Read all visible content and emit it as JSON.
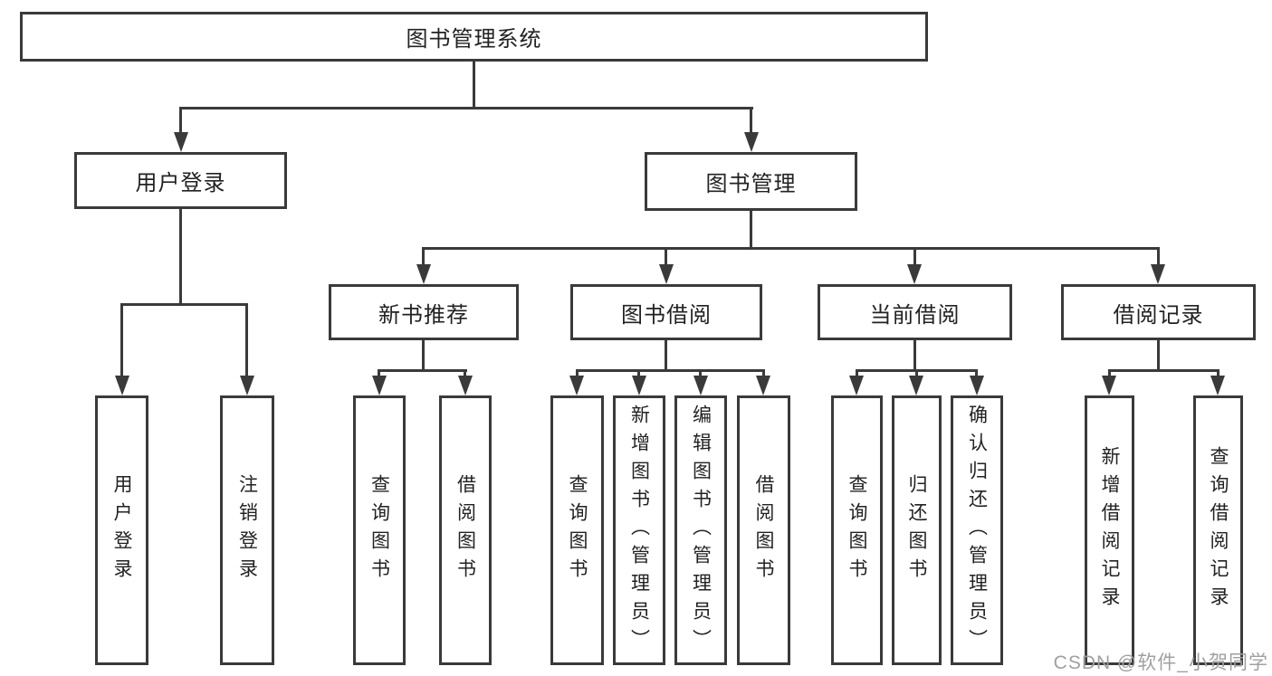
{
  "diagram": {
    "title": "图书管理系统",
    "root": {
      "label": "图书管理系统"
    },
    "level2": [
      {
        "label": "用户登录"
      },
      {
        "label": "图书管理"
      }
    ],
    "level3": [
      {
        "label": "新书推荐"
      },
      {
        "label": "图书借阅"
      },
      {
        "label": "当前借阅"
      },
      {
        "label": "借阅记录"
      }
    ],
    "leaves": [
      {
        "label": "用户登录"
      },
      {
        "label": "注销登录"
      },
      {
        "label": "查询图书"
      },
      {
        "label": "借阅图书"
      },
      {
        "label": "查询图书"
      },
      {
        "label": "新增图书（管理员）"
      },
      {
        "label": "编辑图书（管理员）"
      },
      {
        "label": "借阅图书"
      },
      {
        "label": "查询图书"
      },
      {
        "label": "归还图书"
      },
      {
        "label": "确认归还（管理员）"
      },
      {
        "label": "新增借阅记录"
      },
      {
        "label": "查询借阅记录"
      }
    ],
    "watermark": "CSDN @软件_小贺同学",
    "colors": {
      "line": "#3a3a3a",
      "text": "#222222",
      "watermark": "#a0a0a0",
      "background": "#ffffff"
    }
  }
}
